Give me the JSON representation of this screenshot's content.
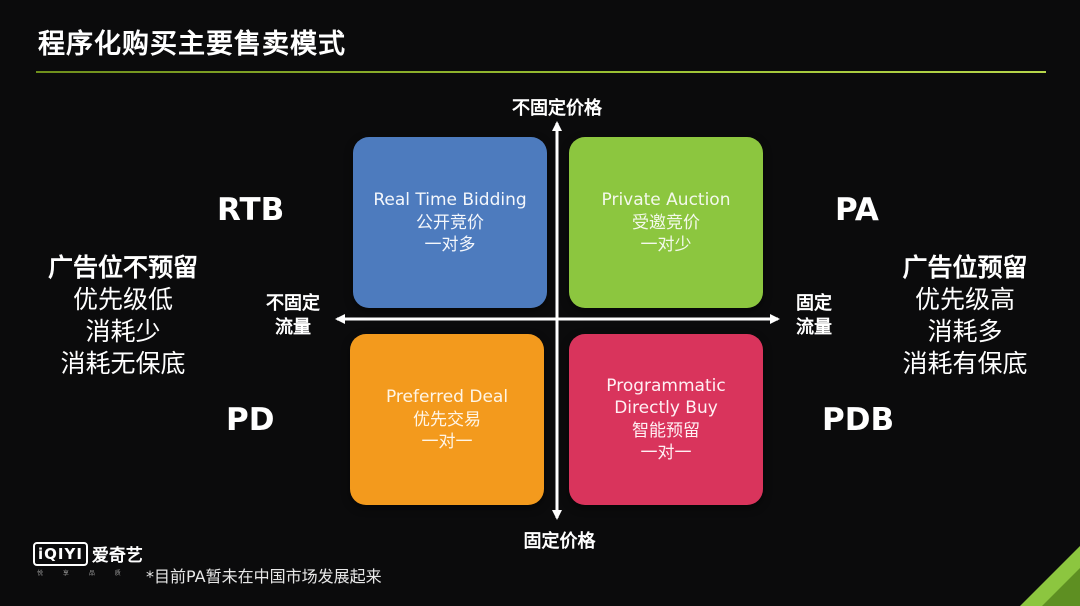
{
  "title": "程序化购买主要售卖模式",
  "axes": {
    "top": "不固定价格",
    "bottom": "固定价格",
    "left_line1": "不固定",
    "left_line2": "流量",
    "right_line1": "固定",
    "right_line2": "流量"
  },
  "quadrants": {
    "rtb": {
      "line1": "Real Time Bidding",
      "line2": "公开竞价",
      "line3": "一对多",
      "color": "#4d7bbe"
    },
    "pa": {
      "line1": "Private Auction",
      "line2": "受邀竞价",
      "line3": "一对少",
      "color": "#8cc63f"
    },
    "pd": {
      "line1": "Preferred Deal",
      "line2": "优先交易",
      "line3": "一对一",
      "color": "#f39a1d"
    },
    "pdb": {
      "line1": "Programmatic",
      "line2": "Directly Buy",
      "line3": "智能预留",
      "line4": "一对一",
      "color": "#d9345c"
    }
  },
  "abbreviations": {
    "rtb": "RTB",
    "pa": "PA",
    "pd": "PD",
    "pdb": "PDB"
  },
  "left_panel": {
    "head": "广告位不预留",
    "line2": "优先级低",
    "line3": "消耗少",
    "line4": "消耗无保底"
  },
  "right_panel": {
    "head": "广告位预留",
    "line2": "优先级高",
    "line3": "消耗多",
    "line4": "消耗有保底"
  },
  "logo": {
    "mark": "iQIYI",
    "name": "爱奇艺",
    "tagline": "悦 享 品 质"
  },
  "footnote": "*目前PA暂未在中国市场发展起来",
  "accent_color": "#9cc234"
}
